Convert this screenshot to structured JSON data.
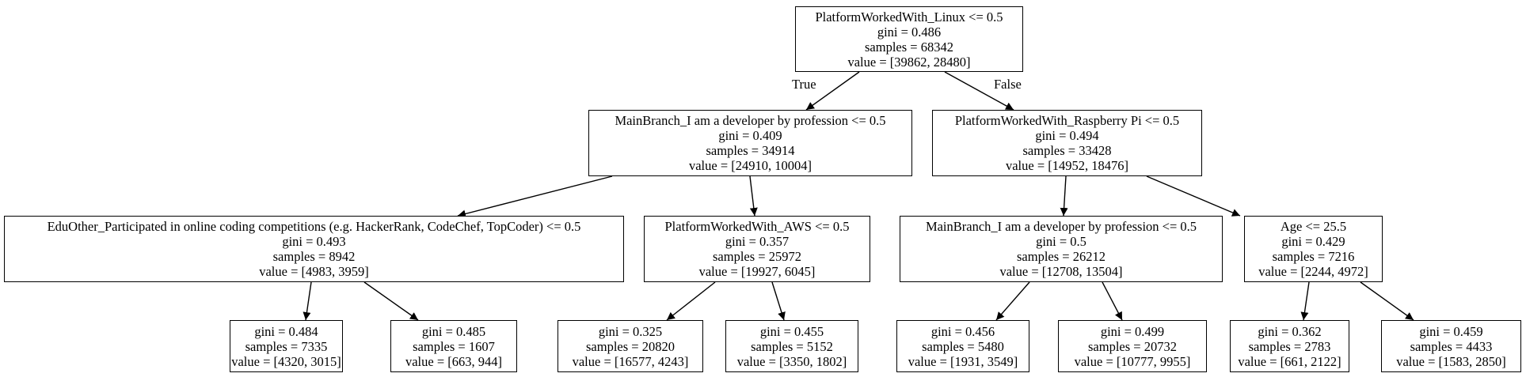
{
  "tree": {
    "nodes": [
      {
        "id": "n0",
        "lines": [
          "PlatformWorkedWith_Linux <= 0.5",
          "gini = 0.486",
          "samples = 68342",
          "value = [39862, 28480]"
        ]
      },
      {
        "id": "n1",
        "lines": [
          "MainBranch_I am a developer by profession <= 0.5",
          "gini = 0.409",
          "samples = 34914",
          "value = [24910, 10004]"
        ]
      },
      {
        "id": "n2",
        "lines": [
          "PlatformWorkedWith_Raspberry Pi <= 0.5",
          "gini = 0.494",
          "samples = 33428",
          "value = [14952, 18476]"
        ]
      },
      {
        "id": "n3",
        "lines": [
          "EduOther_Participated in online coding competitions (e.g. HackerRank, CodeChef, TopCoder) <= 0.5",
          "gini = 0.493",
          "samples = 8942",
          "value = [4983, 3959]"
        ]
      },
      {
        "id": "n4",
        "lines": [
          "PlatformWorkedWith_AWS <= 0.5",
          "gini = 0.357",
          "samples = 25972",
          "value = [19927, 6045]"
        ]
      },
      {
        "id": "n5",
        "lines": [
          "MainBranch_I am a developer by profession <= 0.5",
          "gini = 0.5",
          "samples = 26212",
          "value = [12708, 13504]"
        ]
      },
      {
        "id": "n6",
        "lines": [
          "Age <= 25.5",
          "gini = 0.429",
          "samples = 7216",
          "value = [2244, 4972]"
        ]
      },
      {
        "id": "n7",
        "lines": [
          "gini = 0.484",
          "samples = 7335",
          "value = [4320, 3015]"
        ]
      },
      {
        "id": "n8",
        "lines": [
          "gini = 0.485",
          "samples = 1607",
          "value = [663, 944]"
        ]
      },
      {
        "id": "n9",
        "lines": [
          "gini = 0.325",
          "samples = 20820",
          "value = [16577, 4243]"
        ]
      },
      {
        "id": "n10",
        "lines": [
          "gini = 0.455",
          "samples = 5152",
          "value = [3350, 1802]"
        ]
      },
      {
        "id": "n11",
        "lines": [
          "gini = 0.456",
          "samples = 5480",
          "value = [1931, 3549]"
        ]
      },
      {
        "id": "n12",
        "lines": [
          "gini = 0.499",
          "samples = 20732",
          "value = [10777, 9955]"
        ]
      },
      {
        "id": "n13",
        "lines": [
          "gini = 0.362",
          "samples = 2783",
          "value = [661, 2122]"
        ]
      },
      {
        "id": "n14",
        "lines": [
          "gini = 0.459",
          "samples = 4433",
          "value = [1583, 2850]"
        ]
      }
    ],
    "edges": [
      {
        "from": "n0",
        "to": "n1",
        "label": "True"
      },
      {
        "from": "n0",
        "to": "n2",
        "label": "False"
      },
      {
        "from": "n1",
        "to": "n3",
        "label": ""
      },
      {
        "from": "n1",
        "to": "n4",
        "label": ""
      },
      {
        "from": "n2",
        "to": "n5",
        "label": ""
      },
      {
        "from": "n2",
        "to": "n6",
        "label": ""
      },
      {
        "from": "n3",
        "to": "n7",
        "label": ""
      },
      {
        "from": "n3",
        "to": "n8",
        "label": ""
      },
      {
        "from": "n4",
        "to": "n9",
        "label": ""
      },
      {
        "from": "n4",
        "to": "n10",
        "label": ""
      },
      {
        "from": "n5",
        "to": "n11",
        "label": ""
      },
      {
        "from": "n5",
        "to": "n12",
        "label": ""
      },
      {
        "from": "n6",
        "to": "n13",
        "label": ""
      },
      {
        "from": "n6",
        "to": "n14",
        "label": ""
      }
    ]
  }
}
